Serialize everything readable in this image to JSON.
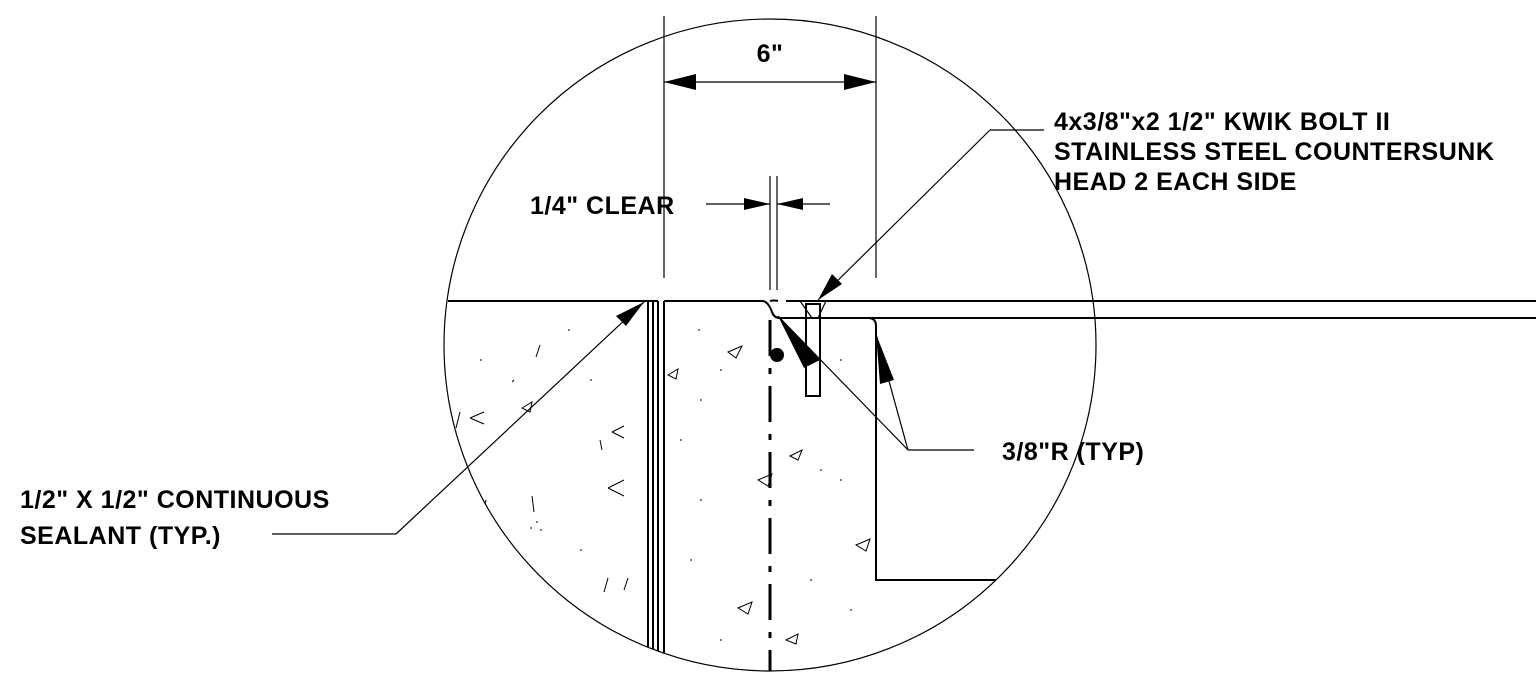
{
  "labels": {
    "dim_width": "6\"",
    "dim_clear": "1/4\" CLEAR",
    "bolt_line1": "4x3/8\"x2 1/2\" KWIK BOLT II",
    "bolt_line2": "STAINLESS STEEL COUNTERSUNK",
    "bolt_line3": "HEAD 2 EACH SIDE",
    "radius": "3/8\"R (TYP)",
    "sealant_line1": "1/2\" X 1/2\" CONTINUOUS",
    "sealant_line2": "SEALANT (TYP.)"
  }
}
